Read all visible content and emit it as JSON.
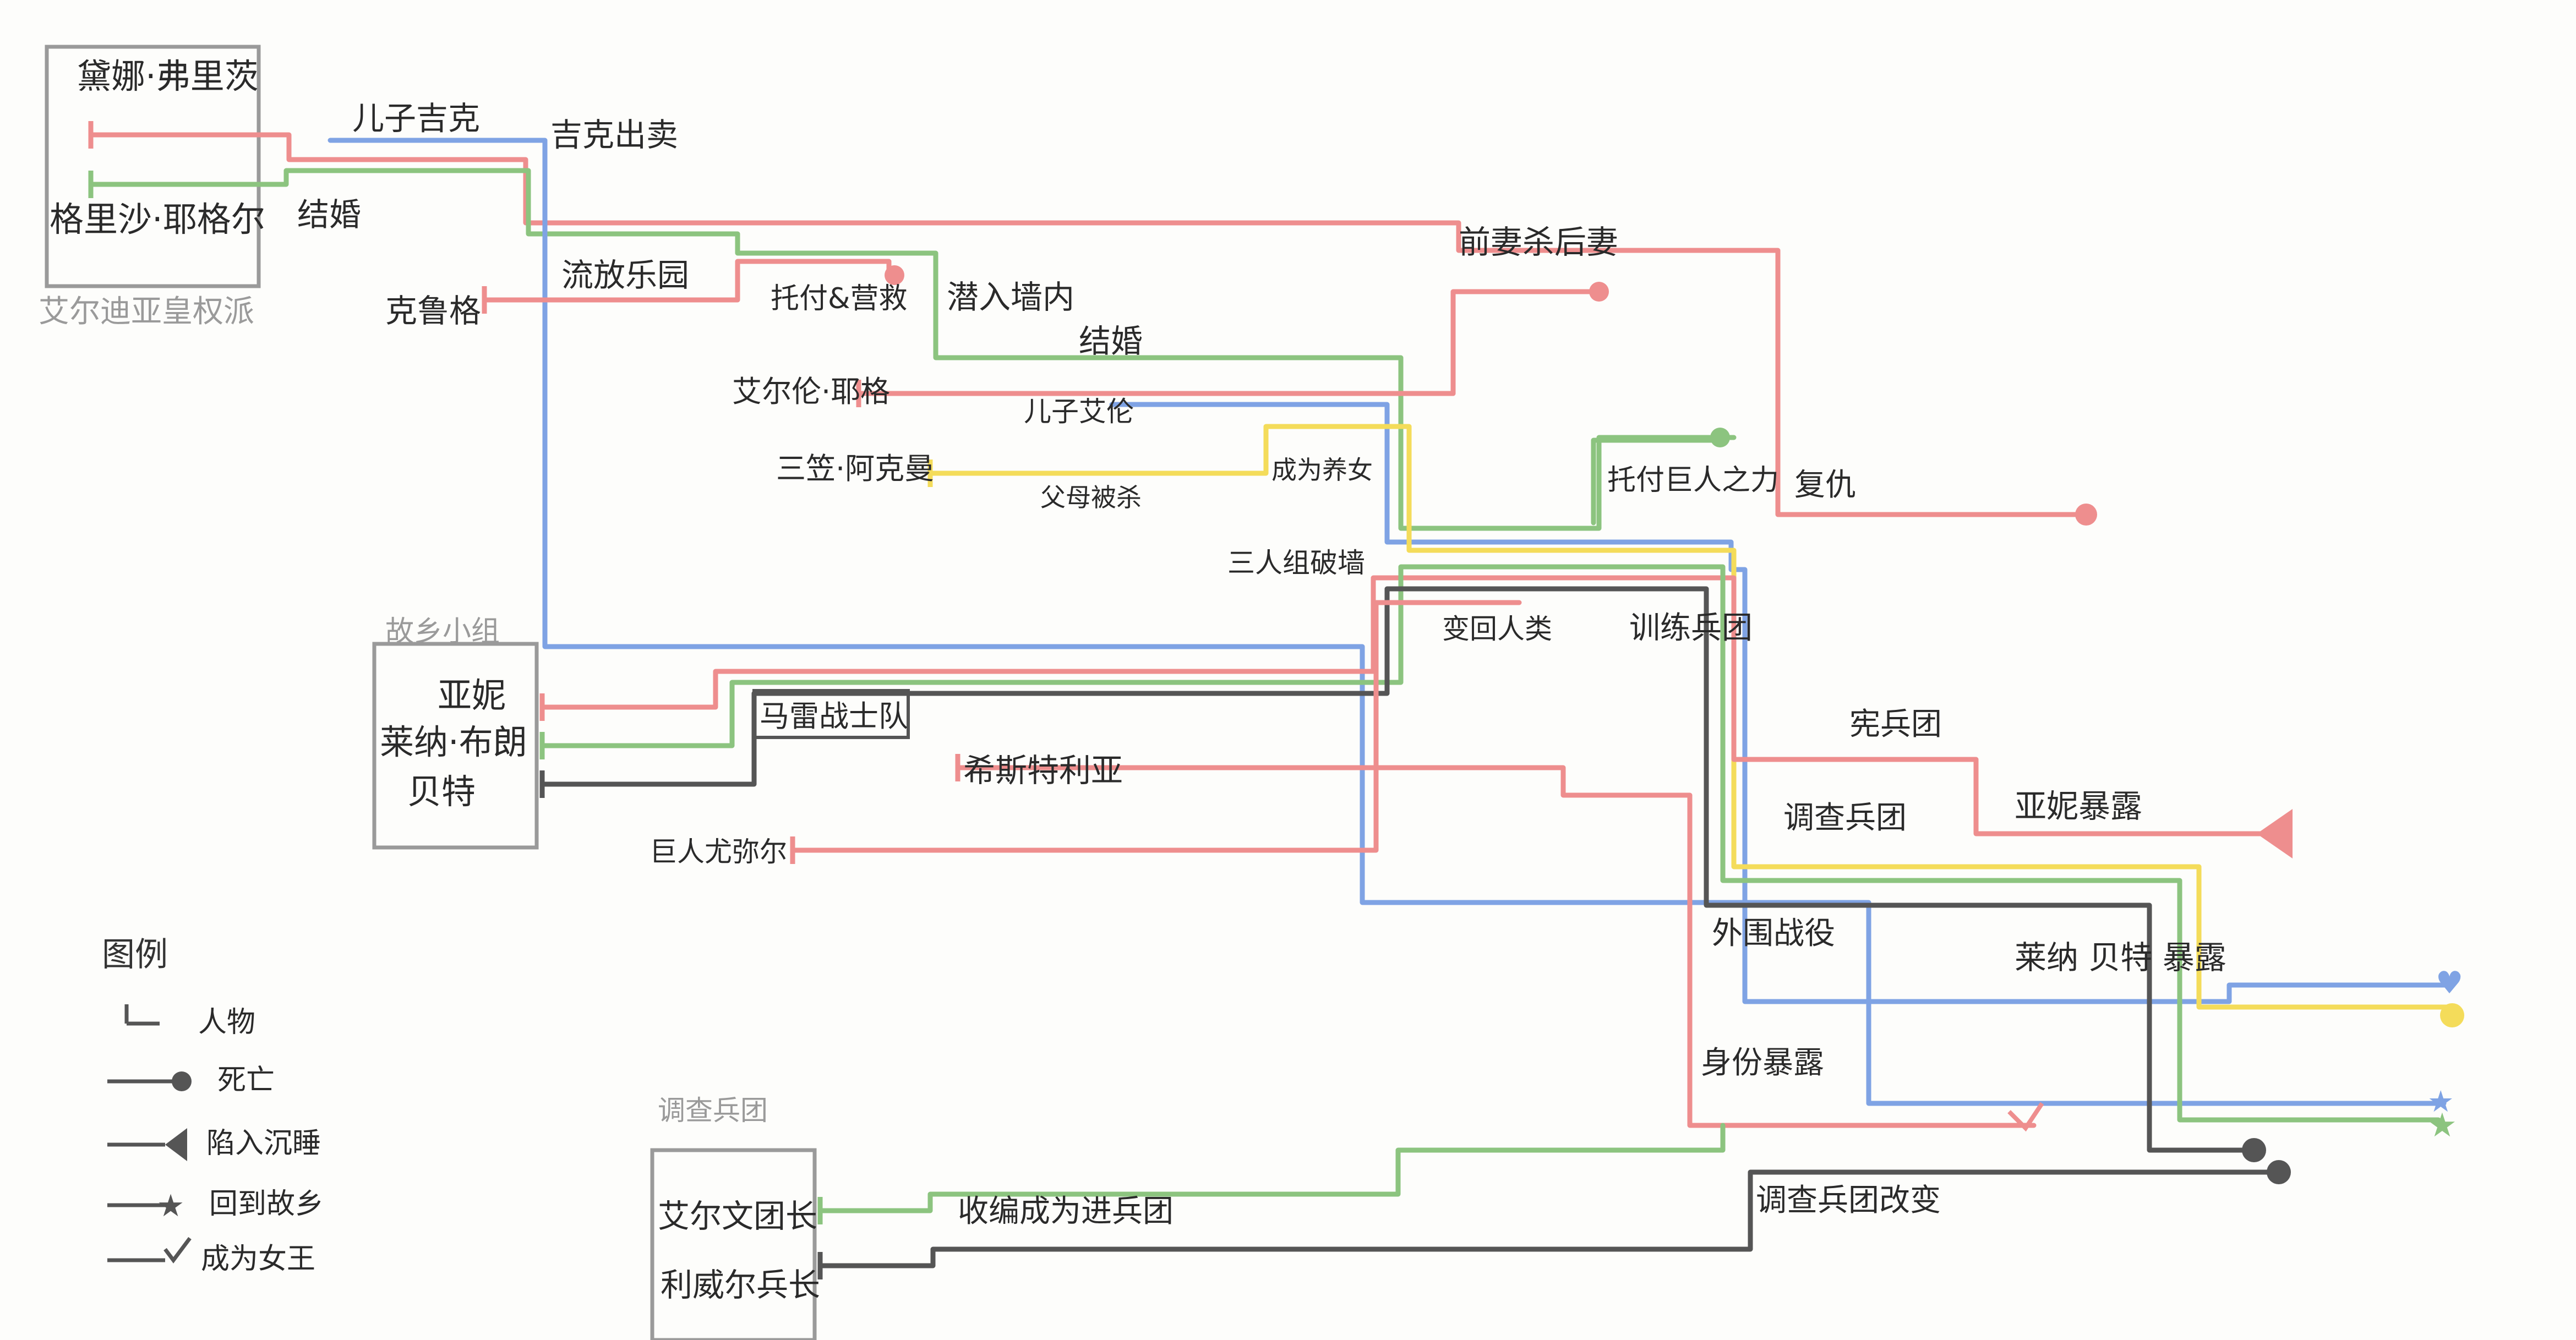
{
  "colors": {
    "red": "#ee8e8e",
    "blue": "#7fa3e4",
    "green": "#8cc47f",
    "yellow": "#f4dc5a",
    "black": "#555555",
    "box": "#9a9a9a"
  },
  "boxes": {
    "eldia_royal": {
      "title": "艾尔迪亚皇权派",
      "members": [
        "黛娜·弗里茨",
        "格里沙·耶格尔"
      ]
    },
    "hometown": {
      "title": "故乡小组",
      "members": [
        "亚妮",
        "莱纳·布朗",
        "贝特"
      ]
    },
    "survey_corps": {
      "title": "调查兵团",
      "members": [
        "艾尔文团长",
        "利威尔兵长"
      ]
    }
  },
  "labels": {
    "son_zeke": "儿子吉克",
    "zeke_betray": "吉克出卖",
    "marriage1": "结婚",
    "exiled": "流放乐园",
    "kruger": "克鲁格",
    "saved_by": "托付&营救",
    "sneak_in": "潜入墙内",
    "marriage2": "结婚",
    "ex_wife": "前妻杀后妻",
    "eren": "艾尔伦·耶格",
    "son_eren": "儿子艾伦",
    "mikasa": "三笠·阿克曼",
    "parents_killed": "父母被杀",
    "adopted": "成为养女",
    "entrust_titan": "托付巨人之力",
    "revenge": "复仇",
    "trio_break_wall": "三人组破墙",
    "return_human": "变回人类",
    "training_corps": "训练兵团",
    "marley_squad": "马雷战士队",
    "historia": "希斯特利亚",
    "titan_ymir": "巨人尤弥尔",
    "military_police": "宪兵团",
    "annie_exposed": "亚妮暴露",
    "survey_corps_label": "调查兵团",
    "reiner_exposed": "莱纳 贝特 暴露",
    "outside_battle": "外围战役",
    "identity_exposed": "身份暴露",
    "recruit_corps": "收编成为进兵团",
    "corps_reform": "调查兵团改变"
  },
  "legend": {
    "title": "图例",
    "items": [
      "人物",
      "死亡",
      "陷入沉睡",
      "回到故乡",
      "成为女王"
    ]
  }
}
